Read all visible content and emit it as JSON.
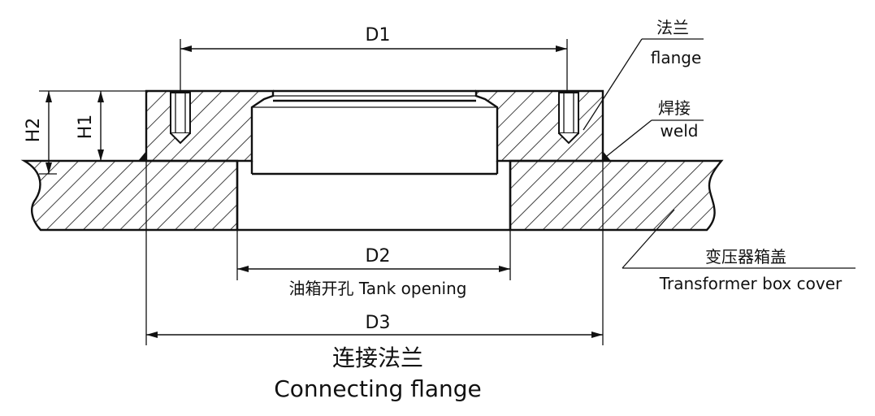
{
  "dimensions": {
    "d1": "D1",
    "d2": "D2",
    "d3": "D3",
    "h1": "H1",
    "h2": "H2"
  },
  "callouts": {
    "flange_cn": "法兰",
    "flange_en": "flange",
    "weld_cn": "焊接",
    "weld_en": "weld",
    "cover_cn": "变压器箱盖",
    "cover_en": "Transformer box cover",
    "opening": "油箱开孔 Tank opening"
  },
  "title": {
    "cn": "连接法兰",
    "en": "Connecting flange"
  },
  "colors": {
    "line": "#111111",
    "background": "#ffffff"
  }
}
